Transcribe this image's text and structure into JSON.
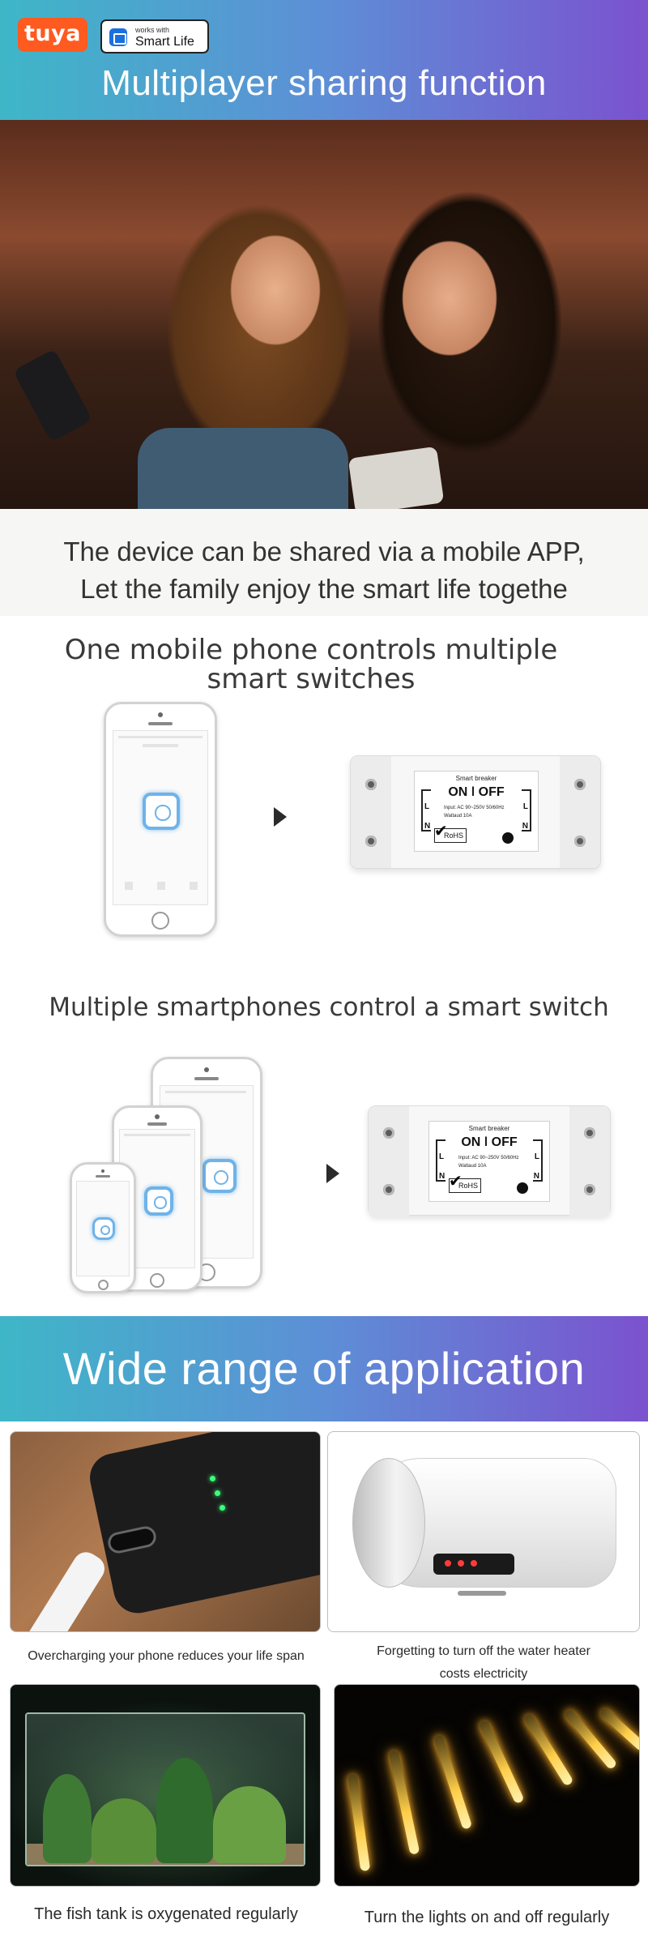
{
  "header": {
    "brand_tuya": "tuya",
    "badge_small": "works with",
    "badge_big": "Smart Life",
    "title": "Multiplayer sharing function"
  },
  "intro": {
    "line1": "The device can be shared via a mobile APP,",
    "line2": "Let the family enjoy the smart life togethe"
  },
  "section1": {
    "head_line1": "One mobile phone controls multiple",
    "head_line2": "smart switches"
  },
  "section2": {
    "head": "Multiple smartphones control a smart switch"
  },
  "breaker": {
    "top_label": "Smart breaker",
    "on_off": "ON ǀ OFF",
    "spec1": "Input: AC 90~250V 50/60Hz",
    "spec2": "Wattaud 10A",
    "rohs": "RoHS",
    "l": "L",
    "n": "N"
  },
  "application": {
    "title": "Wide range of application",
    "items": [
      {
        "caption": "Overcharging your phone reduces your life span"
      },
      {
        "caption_line1": "Forgetting to turn off the water heater",
        "caption_line2": "costs electricity"
      },
      {
        "caption": "The fish tank is oxygenated regularly"
      },
      {
        "caption": "Turn the lights on and off regularly"
      }
    ]
  },
  "colors": {
    "banner_start": "#3fb6c7",
    "banner_end": "#7b52cf",
    "tuya_orange": "#ff5a1f",
    "power_blue": "#6fb3e8"
  }
}
